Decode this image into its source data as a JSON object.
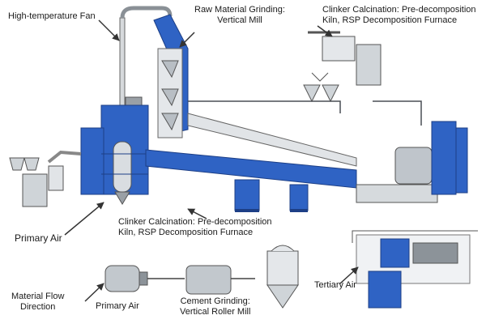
{
  "labels": {
    "fan": "High-temperature Fan",
    "raw_mill_line1": "Raw Material Grinding:",
    "raw_mill_line2": "Vertical Mill",
    "clinker_top_line1": "Clinker Calcination: Pre-decomposition",
    "clinker_top_line2": "Kiln, RSP Decomposition Furnace",
    "primary_air_left": "Primary Air",
    "clinker_mid_line1": "Clinker Calcination: Pre-decomposition",
    "clinker_mid_line2": "Kiln, RSP Decomposition Furnace",
    "material_flow_line1": "Material Flow",
    "material_flow_line2": "Direction",
    "primary_air_bottom": "Primary Air",
    "cement_line1": "Cement Grinding:",
    "cement_line2": "Vertical Roller Mill",
    "tertiary_air": "Tertiary Air"
  },
  "colors": {
    "blue": "#2f63c4",
    "blue_dark": "#1d3f86",
    "gray": "#c9ced3",
    "gray_dark": "#7c8288",
    "line": "#4a4f55"
  },
  "icons": [
    "fan-stack-icon",
    "vertical-mill-icon",
    "cyclone-preheater-icon",
    "rotary-kiln-icon",
    "cooler-icon",
    "cement-mill-icon",
    "silo-icon",
    "motor-icon"
  ]
}
